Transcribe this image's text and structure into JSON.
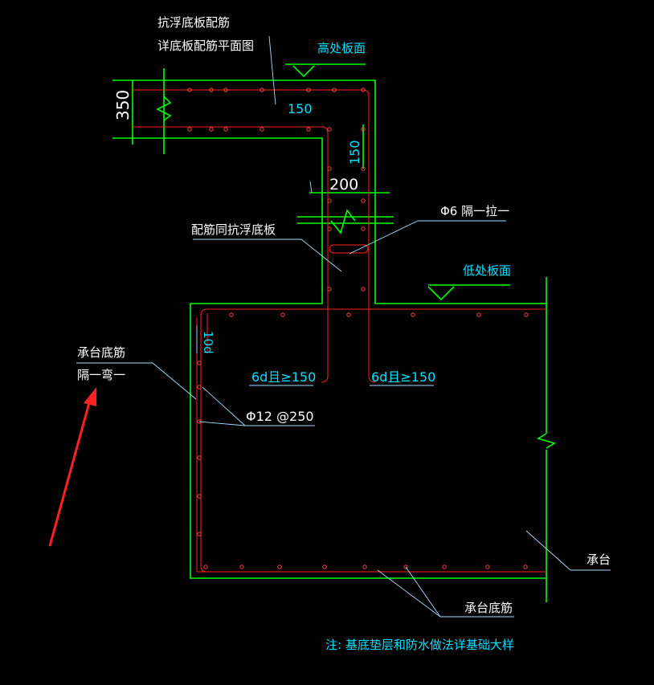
{
  "labels": {
    "top_note_line1": "抗浮底板配筋",
    "top_note_line2": "详底板配筋平面图",
    "high_slab_face": "高处板面",
    "low_slab_face": "低处板面",
    "dim_350": "350",
    "dim_150_top": "150",
    "dim_150_side": "150",
    "dim_200": "200",
    "tie_note": "Φ6 隔一拉一",
    "wall_rebar_note": "配筋同抗浮底板",
    "pile_cap_bottom_note_line1": "承台底筋",
    "pile_cap_bottom_note_line2": "隔一弯一",
    "lap_left": "6d且≥150",
    "lap_right": "6d且≥150",
    "side_rebar": "Φ12 @250",
    "rotated_dim": "10d",
    "pile_cap": "承台",
    "pile_cap_bottom_rebar": "承台底筋",
    "footer_note": "注: 基底垫层和防水做法详基础大样"
  },
  "colors": {
    "background": "#000000",
    "concrete_outline": "#00ff00",
    "rebar": "#ff2020",
    "text_white": "#ffffff",
    "text_cyan": "#00e0ff",
    "leader": "#a0e0ff",
    "arrow": "#ff2020"
  }
}
